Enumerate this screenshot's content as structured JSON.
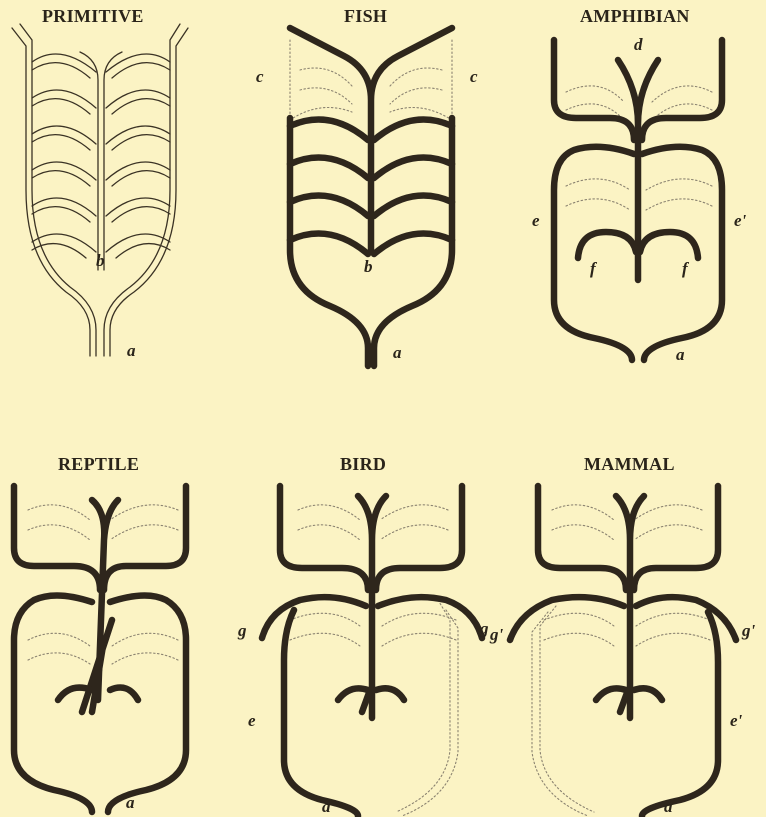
{
  "colors": {
    "background": "#fbf3c4",
    "ink": "#2e261c",
    "faded": "#8a8270"
  },
  "panels": [
    {
      "title": "PRIMITIVE",
      "labels": {
        "b": "b",
        "a": "a"
      }
    },
    {
      "title": "FISH",
      "labels": {
        "c_left": "c",
        "c_right": "c",
        "b": "b",
        "a": "a"
      }
    },
    {
      "title": "AMPHIBIAN",
      "labels": {
        "d": "d",
        "e_left": "e",
        "e_right": "e'",
        "f_left": "f",
        "f_right": "f",
        "a": "a"
      }
    },
    {
      "title": "REPTILE",
      "labels": {
        "a": "a"
      }
    },
    {
      "title": "BIRD",
      "labels": {
        "g_left": "g",
        "g_right": "g'",
        "e": "e",
        "a": "a"
      }
    },
    {
      "title": "MAMMAL",
      "labels": {
        "g_left": "g",
        "g_right": "g'",
        "e_right": "e'",
        "a": "a"
      }
    }
  ]
}
